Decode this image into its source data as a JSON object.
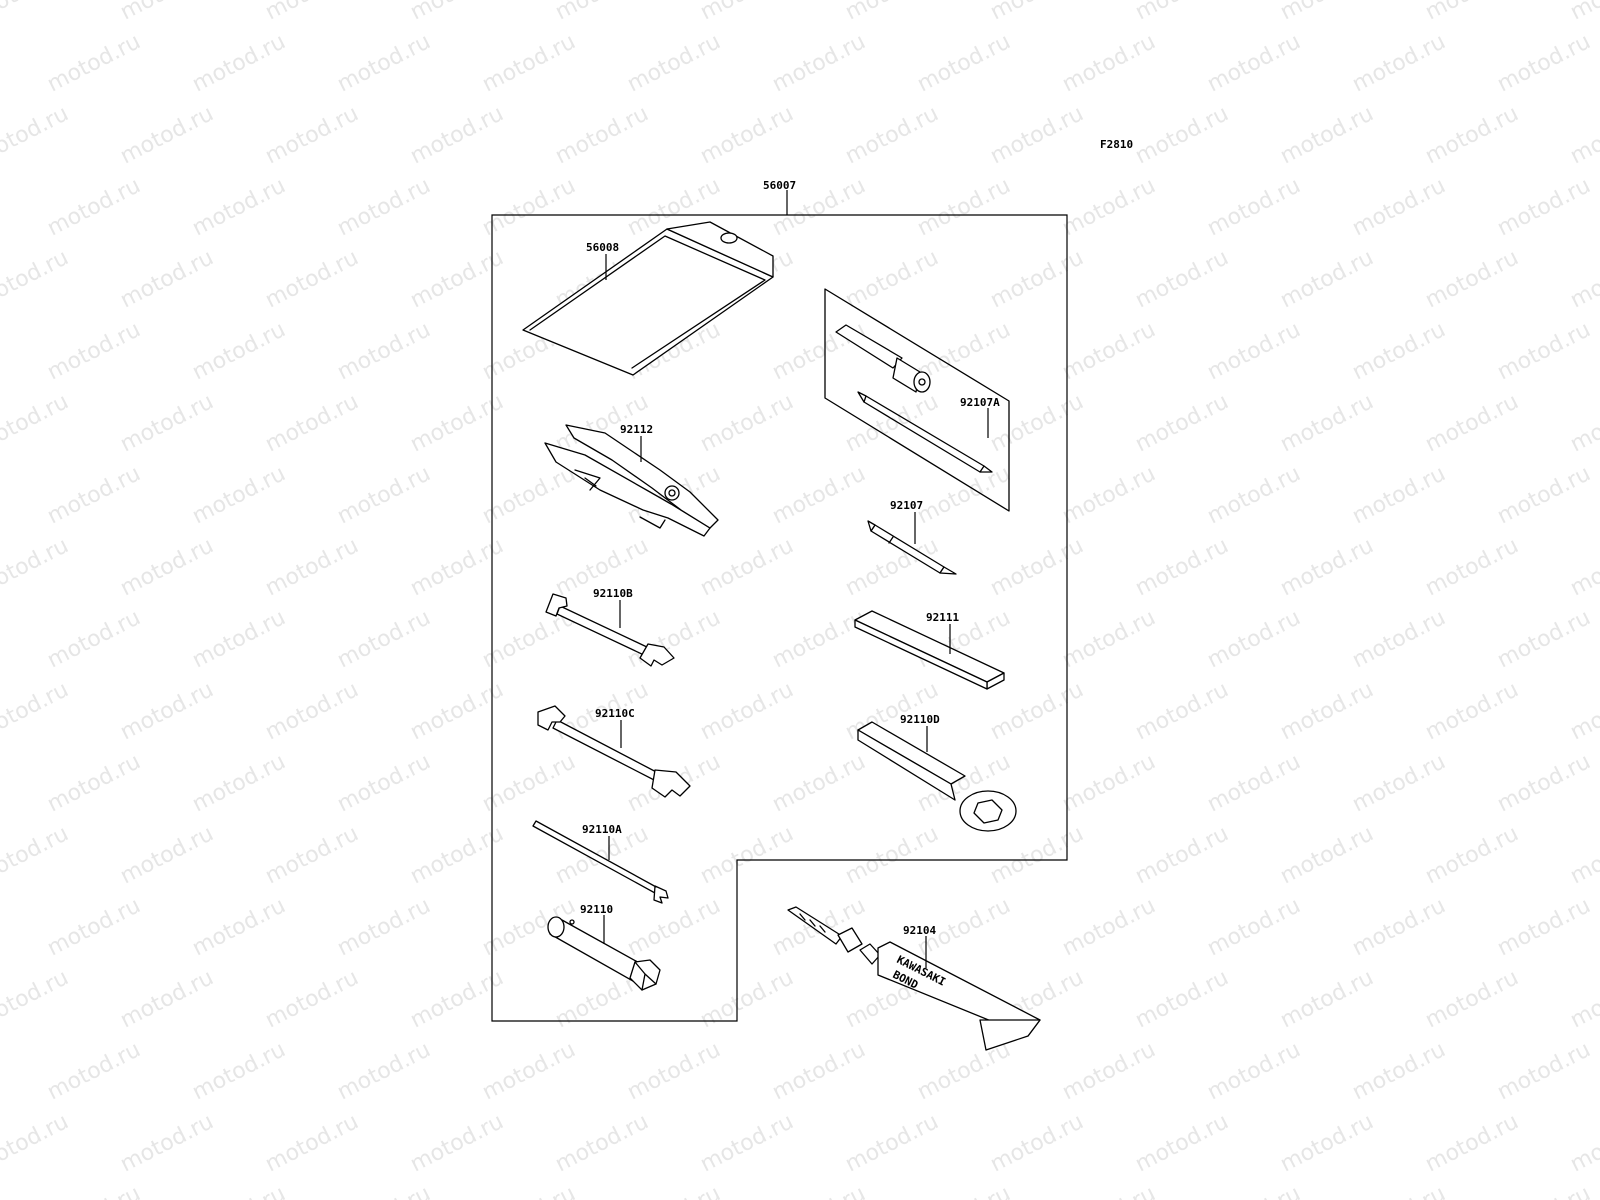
{
  "diagram": {
    "figure_code": "F2810",
    "watermark_text": "motod.ru",
    "labels": {
      "kit": "56007",
      "bag": "56008",
      "pliers": "92112",
      "screwdriver_set": "92107A",
      "screwdriver_bit": "92107",
      "wrench_b": "92110B",
      "bar": "92111",
      "wrench_c": "92110C",
      "box_wrench": "92110D",
      "rod": "92110A",
      "socket": "92110",
      "bond": "92104"
    },
    "tube_print": [
      "KAWASAKI",
      "BOND"
    ],
    "colors": {
      "line": "#000000",
      "watermark": "#e6e6e6",
      "background": "#ffffff"
    }
  }
}
